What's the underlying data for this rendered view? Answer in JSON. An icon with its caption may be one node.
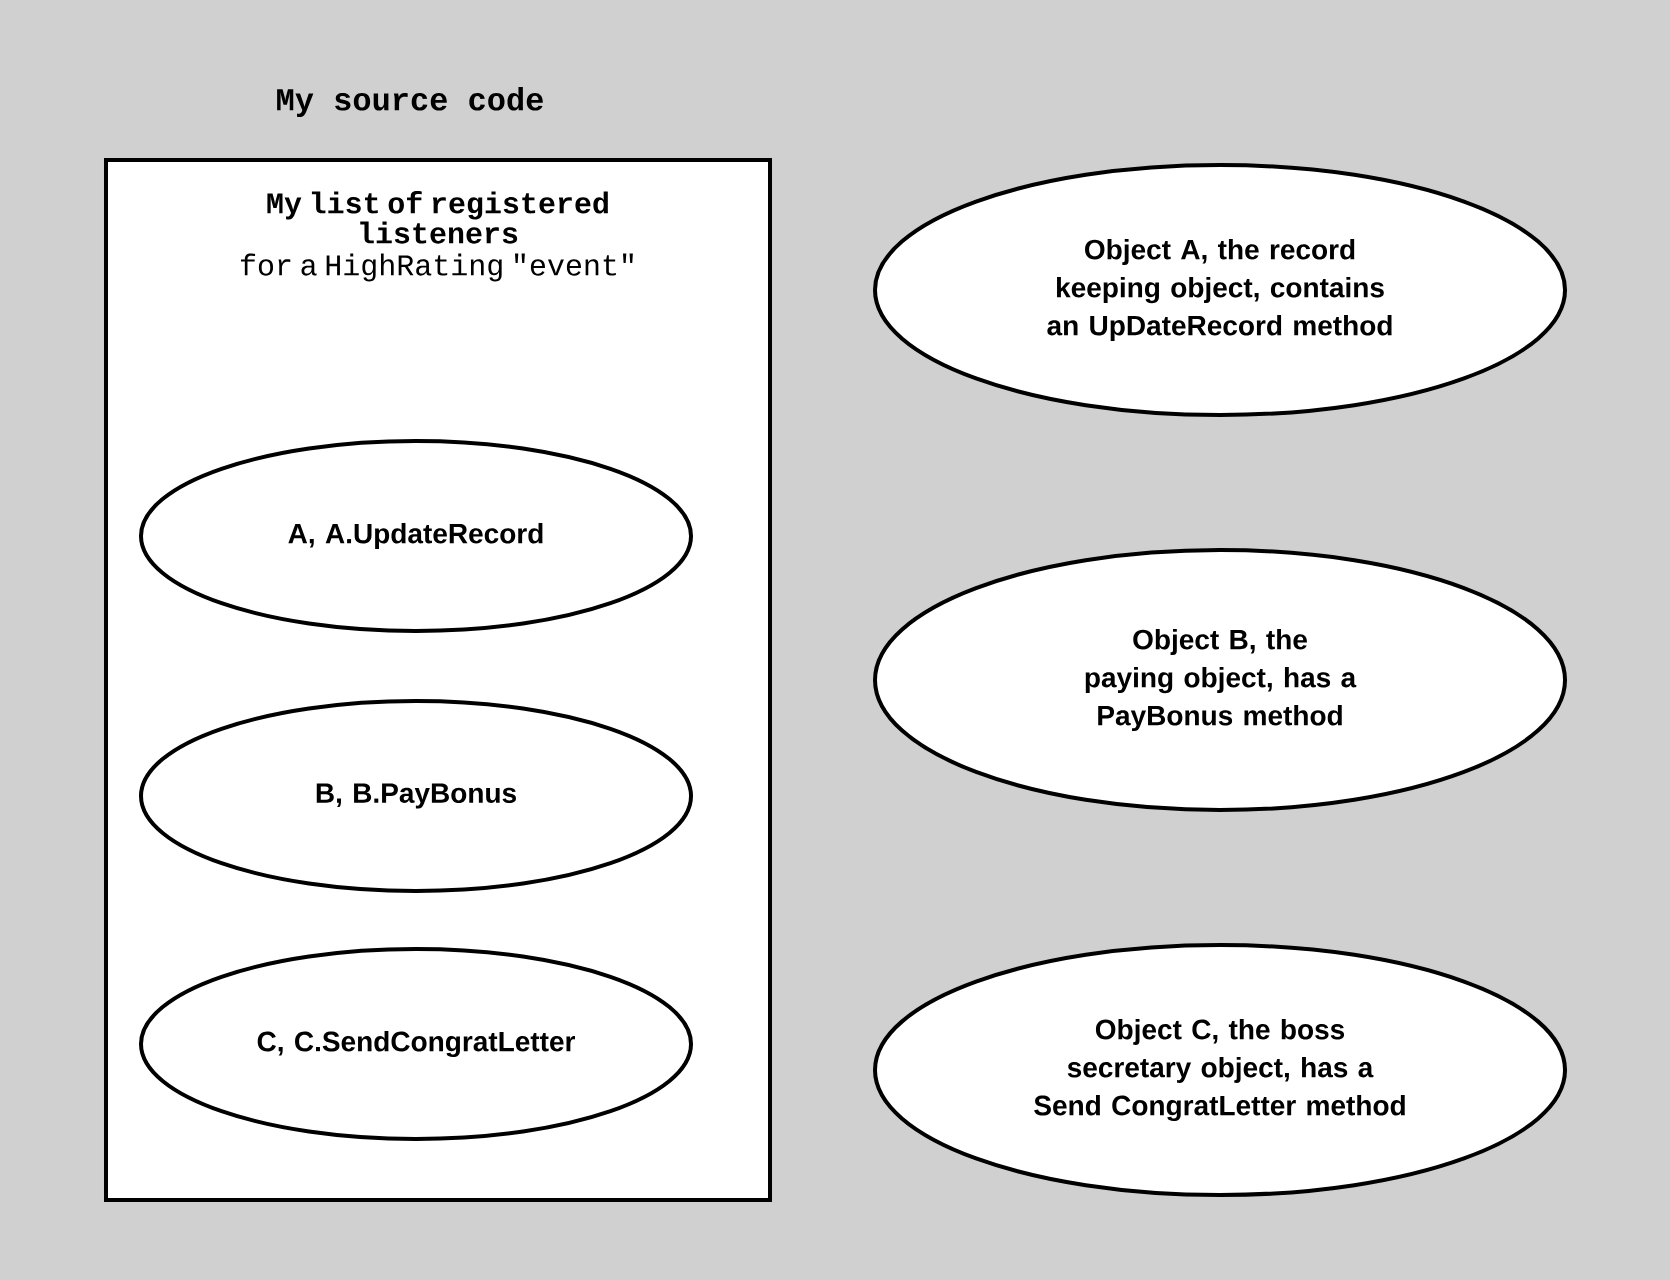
{
  "diagram": {
    "nodes": [
      {
        "text": [
          "My source code",
          "My list of registered listeners",
          "for a HighRating \"event\""
        ]
      },
      {
        "text": [
          "A, A.UpdateRecord"
        ],
        "in": 0
      },
      {
        "text": [
          "B, B.PayBonus"
        ],
        "in": 0
      },
      {
        "text": [
          "C, C.SendCongratLetter"
        ],
        "in": 0
      },
      {
        "text": [
          "Object A, the record keeping object, contains an UpDateRecord method"
        ]
      },
      {
        "text": [
          "Object B, the paying object, has a PayBonus method"
        ]
      },
      {
        "text": [
          "Object C, the boss secretary object, has a Send CongratLetter method"
        ]
      }
    ]
  }
}
